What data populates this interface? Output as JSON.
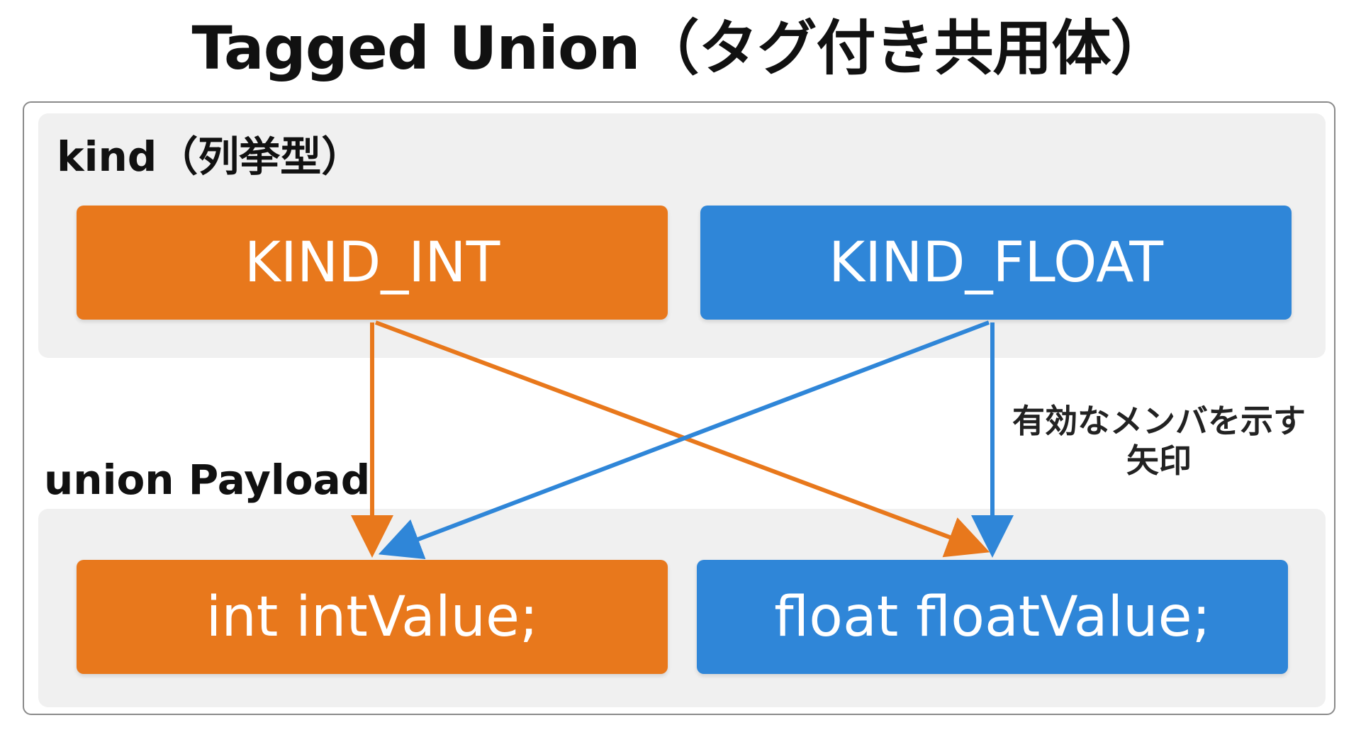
{
  "title": "Tagged Union（タグ付き共用体）",
  "kind_section": {
    "label": "kind（列挙型）",
    "items": [
      {
        "label": "KIND_INT",
        "color": "#e8781c"
      },
      {
        "label": "KIND_FLOAT",
        "color": "#2f86d8"
      }
    ]
  },
  "union_section": {
    "label": "union Payload",
    "items": [
      {
        "label": "int intValue;",
        "color": "#e8781c"
      },
      {
        "label": "float floatValue;",
        "color": "#2f86d8"
      }
    ]
  },
  "note": {
    "line1": "有効なメンバを示す",
    "line2": "矢印"
  },
  "colors": {
    "orange": "#e8781c",
    "blue": "#2f86d8",
    "panel_bg": "#f0f0f0",
    "frame_border": "#8a8a8a"
  }
}
